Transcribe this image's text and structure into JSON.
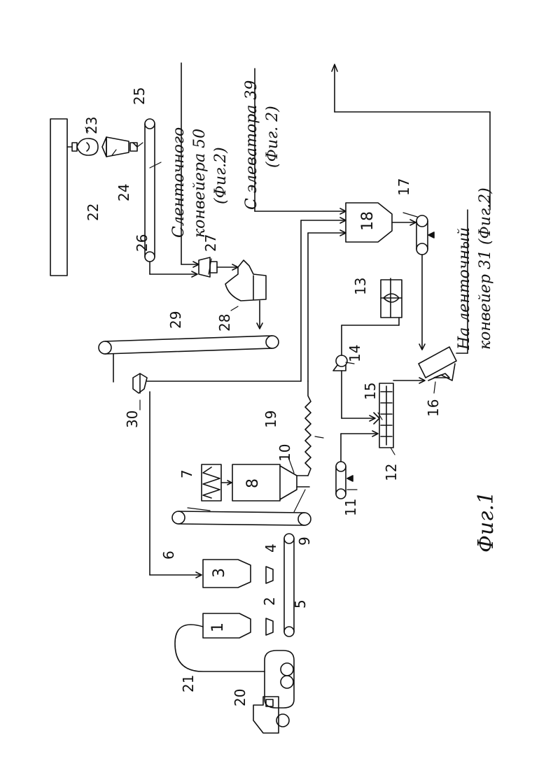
{
  "figure_caption": "Фиг.1",
  "callouts": {
    "c1": "1",
    "c2": "2",
    "c3": "3",
    "c4": "4",
    "c5": "5",
    "c6": "6",
    "c7": "7",
    "c8": "8",
    "c9": "9",
    "c10": "10",
    "c11": "11",
    "c12": "12",
    "c13": "13",
    "c14": "14",
    "c15": "15",
    "c16": "16",
    "c17": "17",
    "c18": "18",
    "c19": "19",
    "c20": "20",
    "c21": "21",
    "c22": "22",
    "c23": "23",
    "c24": "24",
    "c25": "25",
    "c26": "26",
    "c27": "27",
    "c28": "28",
    "c29": "29",
    "c30": "30"
  },
  "annotations": {
    "from_belt_line1": "Сленточного",
    "from_belt_line2": "конвейера 50",
    "from_belt_line3": "(Фиг.2)",
    "from_elevator_line1": "С элеватора 39",
    "from_elevator_line2": "(Фиг. 2)",
    "to_belt_line1": "На ленточный",
    "to_belt_line2": "конвейер 31 (Фиг.2)"
  }
}
